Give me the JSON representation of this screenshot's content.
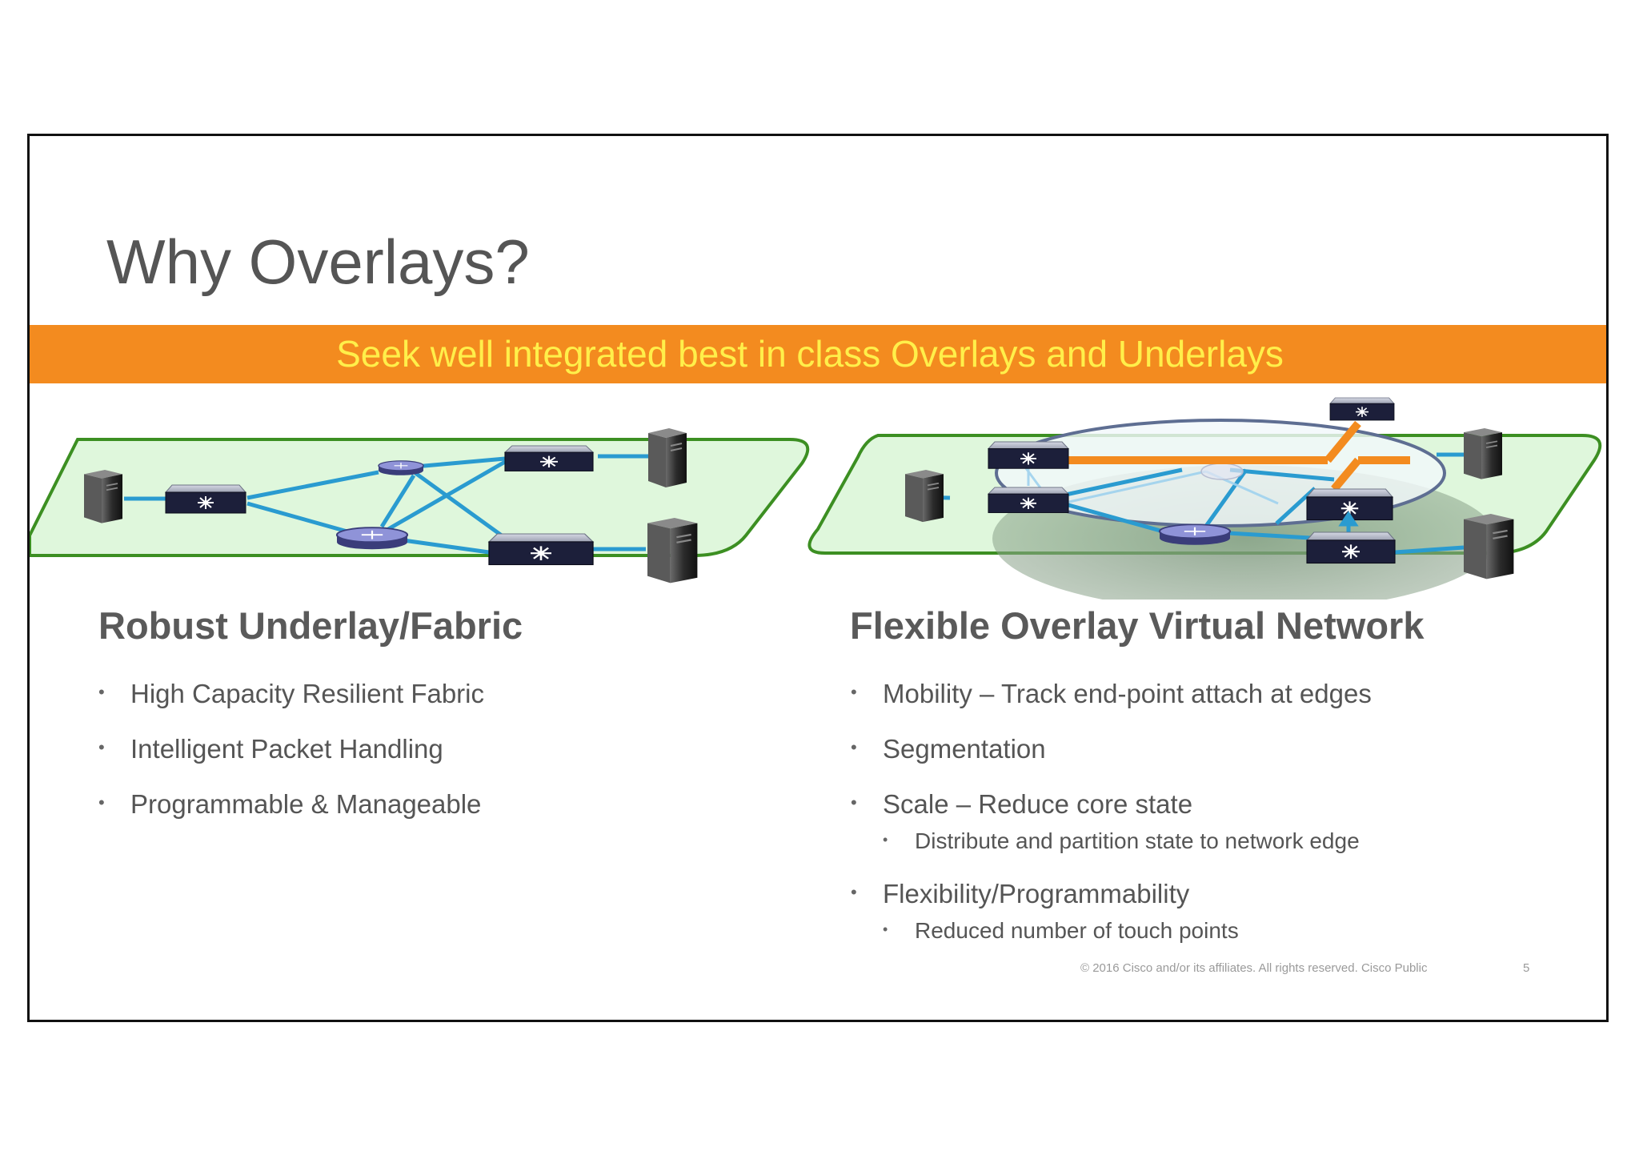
{
  "slide": {
    "title": "Why Overlays?",
    "banner": "Seek well integrated best in class Overlays and Underlays",
    "left": {
      "heading": "Robust Underlay/Fabric",
      "bullets": [
        "High Capacity Resilient Fabric",
        "Intelligent Packet Handling",
        "Programmable & Manageable"
      ]
    },
    "right": {
      "heading": "Flexible Overlay Virtual Network",
      "bullets": [
        "Mobility – Track end-point attach at edges",
        "Segmentation",
        "Scale – Reduce core state",
        "Distribute and partition state to network edge",
        "Flexibility/Programmability",
        "Reduced number of touch points"
      ]
    },
    "footer": "© 2016  Cisco and/or its affiliates. All rights reserved.   Cisco Public",
    "page_number": "5"
  },
  "diagram_icons": {
    "switch": "switch-icon",
    "router": "router-icon",
    "server": "server-icon"
  },
  "colors": {
    "banner": "#f38b1f",
    "banner_text": "#ffef4a",
    "plane_fill": "#dff7dc",
    "plane_stroke": "#3c8f22",
    "link": "#2a9bd0",
    "overlay_tunnel": "#f38b1f"
  }
}
